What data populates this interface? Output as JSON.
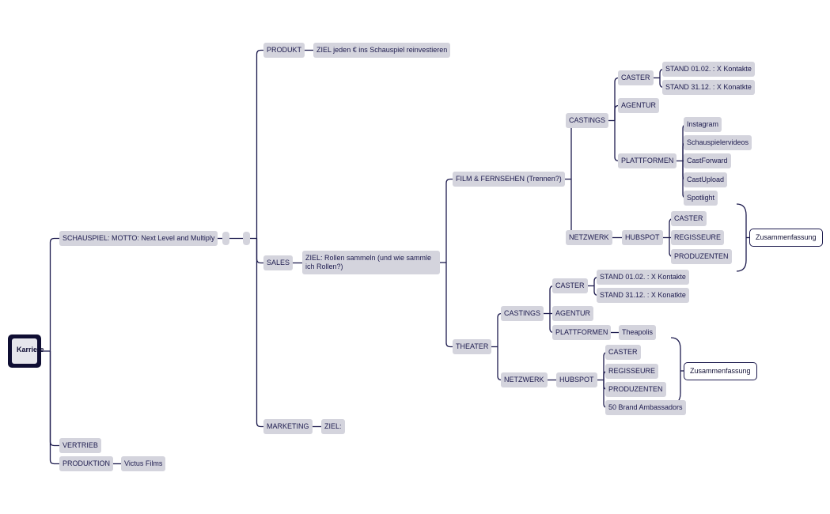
{
  "mindmap": {
    "root": "Karriere",
    "schauspiel": "SCHAUSPIEL: MOTTO: Next Level and Multiply",
    "vertrieb": "VERTRIEB",
    "produktion": "PRODUKTION",
    "victus": "Victus Films",
    "produkt": "PRODUKT",
    "produkt_ziel": "ZIEL  jeden € ins Schauspiel reinvestieren",
    "sales": "SALES",
    "sales_ziel": "ZIEL: Rollen sammeln (und wie sammle ich Rollen?)",
    "marketing": "MARKETING",
    "marketing_ziel": "ZIEL:",
    "film": "FILM & FERNSEHEN (Trennen?)",
    "theater": "THEATER",
    "castings": "CASTINGS",
    "netzwerk": "NETZWERK",
    "caster": "CASTER",
    "agentur": "AGENTUR",
    "plattformen": "PLATTFORMEN",
    "stand1": "STAND 01.02. : X Kontakte",
    "stand2": "STAND 31.12. : X Konatkte",
    "instagram": "Instagram",
    "schauspielervideos": "Schauspielervideos",
    "castforward": "CastForward",
    "castupload": "CastUpload",
    "spotlight": "Spotlight",
    "hubspot": "HUBSPOT",
    "regisseure": "REGISSEURE",
    "produzenten": "PRODUZENTEN",
    "zusammenfassung": "Zusammenfassung",
    "theapolis": "Theapolis",
    "ambassadors": "50 Brand Ambassadors"
  },
  "colors": {
    "node_fill": "#d4d4dd",
    "text": "#1d1b4e",
    "line": "#1d1b4e",
    "root_fill": "#0f0e33"
  }
}
